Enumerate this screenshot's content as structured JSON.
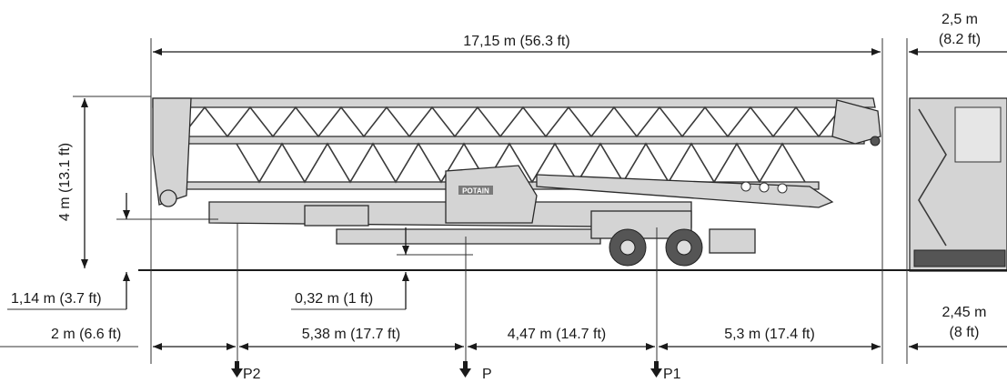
{
  "dimensions": {
    "overall_length": "17,15 m (56.3 ft)",
    "transport_width_top_m": "2,5 m",
    "transport_width_top_ft": "(8.2 ft)",
    "height": "4 m (13.1 ft)",
    "rear_overhang_height": "1,14 m (3.7 ft)",
    "ground_clearance": "0,32 m (1 ft)",
    "rear_length": "2 m (6.6 ft)",
    "span_p2_p": "5,38 m (17.7 ft)",
    "span_p_p1": "4,47 m (14.7 ft)",
    "front_length": "5,3 m (17.4 ft)",
    "track_width_m": "2,45 m",
    "track_width_ft": "(8 ft)"
  },
  "loads": {
    "p2": "P2",
    "p": "P",
    "p1": "P1"
  },
  "branding": {
    "logo_text": "POTAIN"
  }
}
